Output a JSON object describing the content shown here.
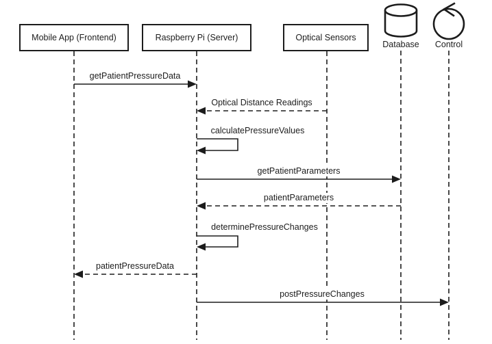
{
  "colors": {
    "ink": "#1c1c1c",
    "background": "#ffffff"
  },
  "actors": [
    {
      "label": "Mobile App (Frontend)",
      "shape": "box"
    },
    {
      "label": "Raspberry Pi (Server)",
      "shape": "box"
    },
    {
      "label": "Optical Sensors",
      "shape": "box"
    },
    {
      "label": "Database",
      "shape": "database-cylinder"
    },
    {
      "label": "Control",
      "shape": "control-loop"
    }
  ],
  "messages": [
    {
      "label": "getPatientPressureData",
      "from": "Mobile App (Frontend)",
      "to": "Raspberry Pi (Server)",
      "line": "solid"
    },
    {
      "label": "Optical Distance Readings",
      "from": "Optical Sensors",
      "to": "Raspberry Pi (Server)",
      "line": "dashed"
    },
    {
      "label": "calculatePressureValues",
      "from": "Raspberry Pi (Server)",
      "to": "Raspberry Pi (Server)",
      "line": "self"
    },
    {
      "label": "getPatientParameters",
      "from": "Raspberry Pi (Server)",
      "to": "Database",
      "line": "solid"
    },
    {
      "label": "patientParameters",
      "from": "Database",
      "to": "Raspberry Pi (Server)",
      "line": "dashed"
    },
    {
      "label": "determinePressureChanges",
      "from": "Raspberry Pi (Server)",
      "to": "Raspberry Pi (Server)",
      "line": "self"
    },
    {
      "label": "patientPressureData",
      "from": "Raspberry Pi (Server)",
      "to": "Mobile App (Frontend)",
      "line": "dashed"
    },
    {
      "label": "postPressureChanges",
      "from": "Raspberry Pi (Server)",
      "to": "Control",
      "line": "solid"
    }
  ]
}
